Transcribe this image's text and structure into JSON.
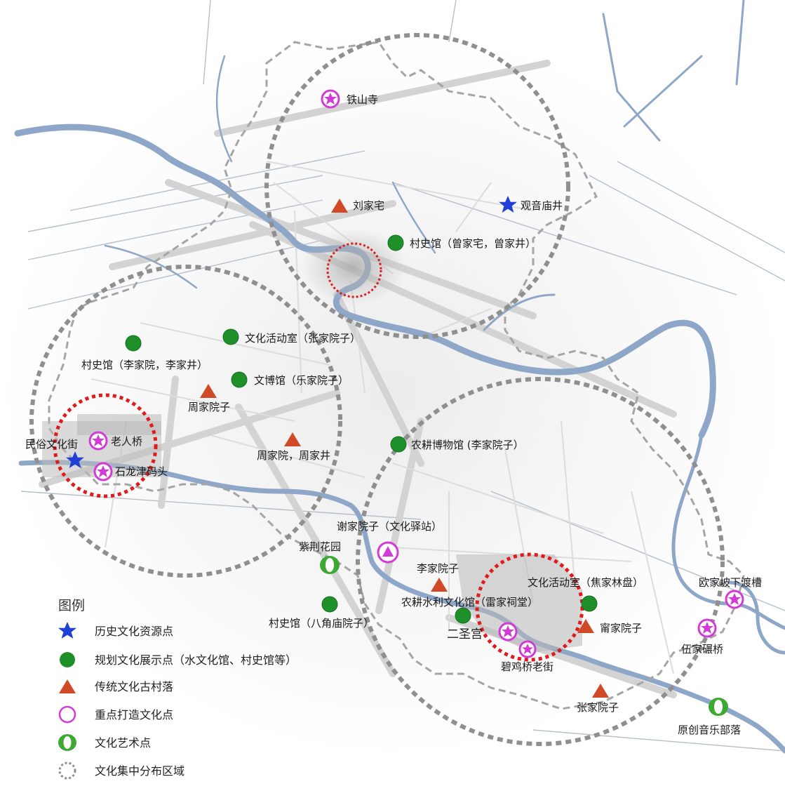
{
  "markers": {
    "tieshansi": "铁山寺",
    "liujiazhai": "刘家宅",
    "guanyinmiaojing": "观音庙井",
    "cunshiguan_zeng": "村史馆（曾家宅，曾家井）",
    "wenhuahuodongshi_zhang": "文化活动室（张家院子）",
    "cunshiguan_li": "村史馆（李家院，李家井）",
    "wenboguan": "文博馆（乐家院子）",
    "zhoujiayuanzi": "周家院子",
    "minsuwenhuajie": "民俗文化街",
    "laorenqiao": "老人桥",
    "shilongjinmatou": "石龙津码头",
    "zhoujiayuan_jing": "周家院，周家井",
    "nonggeng_museum": "农耕博物馆 (李家院子）",
    "xiejiayuanzi": "谢家院子（文化驿站）",
    "zijinghuayuan": "紫荆花园",
    "lijiayuanzi": "李家院子",
    "wenhuahuodongshi_jiao": "文化活动室（焦家林盘）",
    "ouzjiapo": "欧家坡下渡槽",
    "nonggeng_shuili": "农耕水利文化馆（雷家祠堂）",
    "cunshiguan_bajiao": "村史馆（八角庙院子）",
    "ershenggong": "二圣宫",
    "leijiayuanzi": "甯家院子",
    "wujianianqiao": "伍家碾桥",
    "bijiqiao": "碧鸡桥老街",
    "zhangjiayuanzi": "张家院子",
    "yuanchuang": "原创音乐部落"
  },
  "legend": {
    "title": "图例",
    "items": [
      {
        "icon": "blue-star-icon",
        "label": "历史文化资源点"
      },
      {
        "icon": "green-circle-icon",
        "label": "规划文化展示点（水文化馆、村史馆等）"
      },
      {
        "icon": "red-triangle-icon",
        "label": "传统文化古村落"
      },
      {
        "icon": "magenta-ring-icon",
        "label": "重点打造文化点"
      },
      {
        "icon": "green-white-ring-icon",
        "label": "文化艺术点"
      },
      {
        "icon": "grey-dashed-circle-icon",
        "label": "文化集中分布区域"
      }
    ]
  },
  "colors": {
    "river": "#8ea7c8",
    "road": "#c8c8c8",
    "boundary": "#9a9a9a",
    "zone": "#8f8f8f",
    "key_zone": "#e01b1b",
    "star_blue": "#1f3fd6",
    "green": "#1f8f2a",
    "triangle_red": "#d04a28",
    "magenta": "#d33ad6"
  }
}
